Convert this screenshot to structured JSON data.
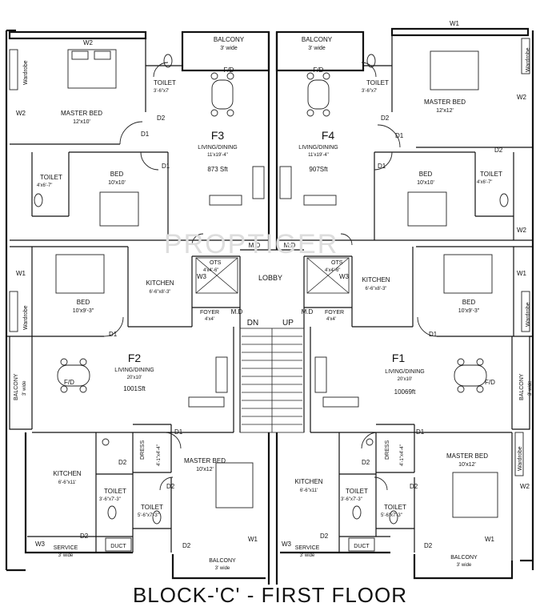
{
  "caption": "BLOCK-'C' - FIRST FLOOR",
  "watermark": "PROPTIGER",
  "labels": {
    "balcony": "BALCONY",
    "three_wide": "3' wide",
    "fd": "F/D",
    "toilet": "TOILET",
    "master_bed": "MASTER BED",
    "bed": "BED",
    "kitchen": "KITCHEN",
    "foyer": "FOYER",
    "lobby": "LOBBY",
    "md": "M.D",
    "dn": "DN",
    "up": "UP",
    "ots": "OTS",
    "w1": "W1",
    "w2": "W2",
    "w3": "W3",
    "d1": "D1",
    "d2": "D2",
    "wardrobe": "Wardrobe",
    "dress": "DRESS",
    "duct": "DUCT",
    "service": "SERVICE",
    "living_dining": "LIVING/DINING"
  },
  "dims": {
    "master_bed_f3": "12'x10'",
    "master_bed_f4": "12'x12'",
    "master_bed_f2": "10'x12'",
    "master_bed_f1": "10'x12'",
    "bed_f3": "10'x10'",
    "bed_f4": "10'x10'",
    "bed_f2": "10'x9'-3\"",
    "bed_f1": "10'x9'-3\"",
    "toilet_a": "3'-6\"x7'",
    "toilet_b": "4'x6'-7\"",
    "toilet_c": "3'-6\"x7'-3\"",
    "toilet_d": "5'-6\"x7'-3\"",
    "kitchen_upper": "6'-6\"x8'-3\"",
    "kitchen_lower": "6'-6\"x11'",
    "foyer_f2": "4'x4'",
    "foyer_f1": "4'x4'",
    "ots_dim": "4'x4'-6\"",
    "dress_dim": "4'-1\"x4'-4\"",
    "ld_f3": "11'x19'-4\"",
    "ld_f4": "11'x19'-4\"",
    "ld_f2": "20'x10'",
    "ld_f1": "20'x10'"
  },
  "flats": {
    "f3": {
      "name": "F3",
      "area": "873 Sft"
    },
    "f4": {
      "name": "F4",
      "area": "907Sft"
    },
    "f2": {
      "name": "F2",
      "area": "1001Sft"
    },
    "f1": {
      "name": "F1",
      "area": "10069ft"
    }
  }
}
